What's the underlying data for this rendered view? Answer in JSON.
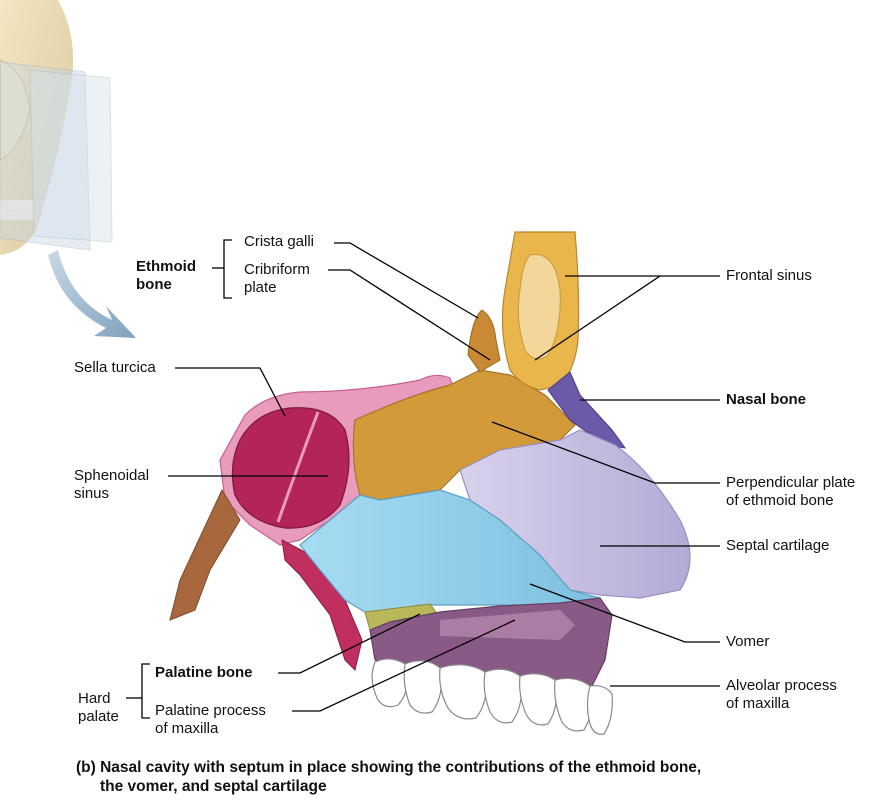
{
  "labels": {
    "ethmoid_bone": "Ethmoid bone",
    "ethmoid_line1": "Ethmoid",
    "ethmoid_line2": "bone",
    "crista_galli": "Crista galli",
    "cribriform_line1": "Cribriform",
    "cribriform_line2": "plate",
    "frontal_sinus": "Frontal sinus",
    "sella_turcica": "Sella turcica",
    "nasal_bone": "Nasal bone",
    "sphenoidal_line1": "Sphenoidal",
    "sphenoidal_line2": "sinus",
    "perpendicular_line1": "Perpendicular plate",
    "perpendicular_line2": "of ethmoid bone",
    "septal_cartilage": "Septal cartilage",
    "vomer": "Vomer",
    "palatine_bone": "Palatine bone",
    "hard_line1": "Hard",
    "hard_line2": "palate",
    "palatine_process_line1": "Palatine process",
    "palatine_process_line2": "of maxilla",
    "alveolar_line1": "Alveolar process",
    "alveolar_line2": "of maxilla"
  },
  "caption": {
    "line1": "(b) Nasal cavity with septum in place showing the contributions of the ethmoid bone,",
    "line2": "the vomer, and septal cartilage"
  },
  "colors": {
    "ethmoid": "#d39a3a",
    "frontal": "#e8b64a",
    "sphenoid": "#e58fb3",
    "sinus": "#b2245a",
    "nasal_bone": "#6a5aa8",
    "septal_cartilage": "#c7bfe0",
    "vomer": "#8fcbe6",
    "palatine": "#b8b85a",
    "maxilla": "#8a5a86",
    "teeth": "#ffffff",
    "leader": "#000000"
  }
}
